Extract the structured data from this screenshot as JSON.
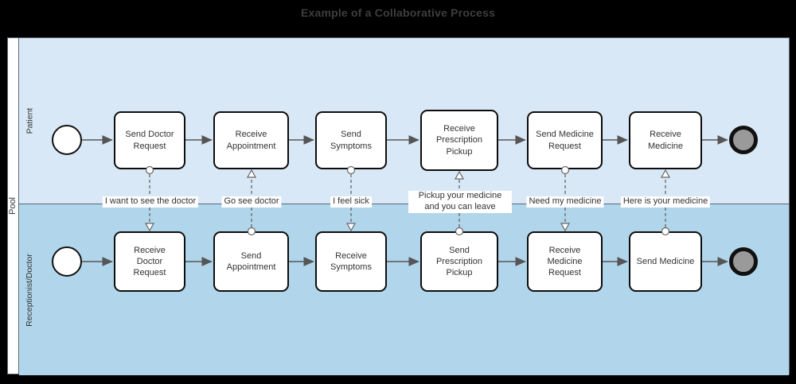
{
  "title": "Example of a Collaborative Process",
  "pool": {
    "label": "Pool",
    "lanes": [
      {
        "label": "Patient"
      },
      {
        "label": "Receptionist/Doctor"
      }
    ]
  },
  "tasks": {
    "patient": [
      "Send Doctor Request",
      "Receive Appointment",
      "Send Symptoms",
      "Receive Prescription Pickup",
      "Send Medicine Request",
      "Receive Medicine"
    ],
    "receptionist": [
      "Receive Doctor Request",
      "Send Appointment",
      "Receive Symptoms",
      "Send Prescription Pickup",
      "Receive Medicine Request",
      "Send Medicine"
    ]
  },
  "messages": [
    "I want to see the doctor",
    "Go see doctor",
    "I feel sick",
    "Pickup your medicine and you can leave",
    "Need my medicine",
    "Here is your medicine"
  ],
  "colors": {
    "background": "#000000",
    "lane_patient": "#d9e8f6",
    "lane_receptionist": "#b1d6ec",
    "pool_border": "#5d6b76",
    "task_fill": "#ffffff",
    "task_border": "#0d0d0d",
    "connector": "#555555",
    "message_connector": "#666666",
    "end_event_fill": "#9a9a9a",
    "title_text": "#3e3e3e"
  }
}
